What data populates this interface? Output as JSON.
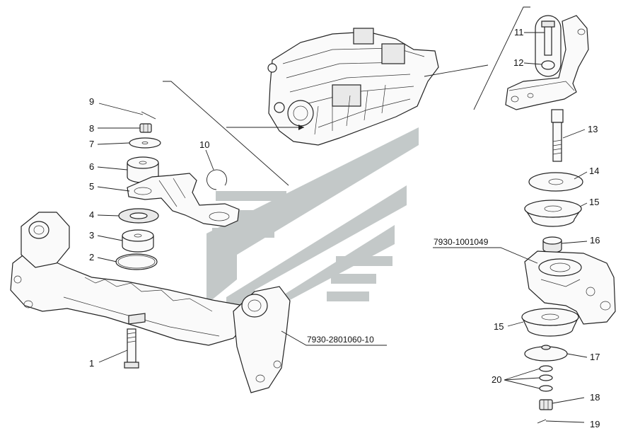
{
  "diagram": {
    "type": "exploded-parts-diagram",
    "callouts": [
      "1",
      "2",
      "3",
      "4",
      "5",
      "6",
      "7",
      "8",
      "9",
      "10",
      "11",
      "12",
      "13",
      "14",
      "15",
      "16",
      "15",
      "17",
      "18",
      "19",
      "20"
    ],
    "part_numbers": {
      "front_support": "7930-2801060-10",
      "rear_support": "7930-1001049"
    },
    "colors": {
      "line": "#222222",
      "watermark": "#b9bfbf",
      "background": "#ffffff"
    }
  }
}
